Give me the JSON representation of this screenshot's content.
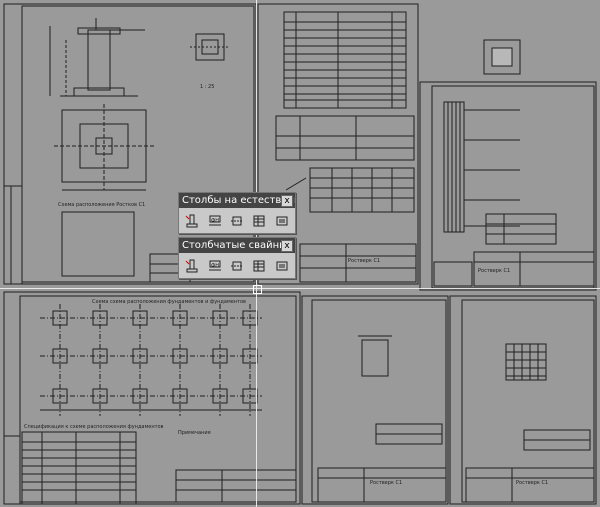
{
  "toolbars": [
    {
      "title": "Столбы на естественном",
      "close": "x"
    },
    {
      "title": "Столбчатые свайные",
      "close": "x"
    }
  ],
  "drawing": {
    "scheme_caption": "Схема расположения Ростков С1",
    "plan_caption": "Схема схема расположения фундаментов и фундаментов",
    "spec_caption": "Спецификация к схеме расположения фундаментов",
    "notes_caption": "Примечания",
    "sheet_label": "Ростверк С1",
    "column_label_c1": "Ростверк С1",
    "sheet_title_a": "Ростверк С1",
    "sheet_title_b": "Ростверк С1",
    "dim_label": "1 : 25"
  },
  "colors": {
    "background": "#9a9a9a",
    "line": "#202020",
    "toolbar_title": "#444444",
    "toolbar_body": "#c9c9c9"
  },
  "toolbar_icons": [
    "column-icon",
    "foundation-icon",
    "section-icon",
    "table-icon",
    "settings-icon"
  ]
}
